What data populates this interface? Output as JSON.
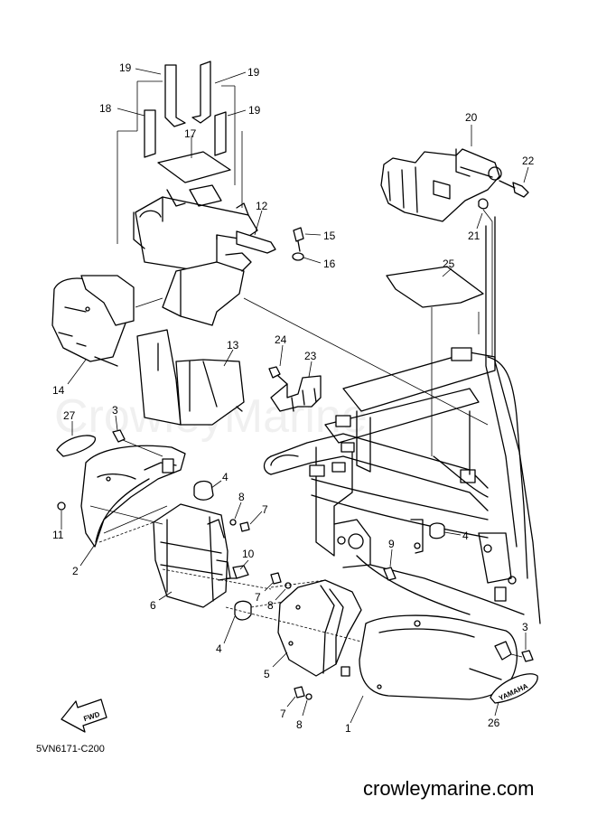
{
  "diagram_code": "5VN6171-C200",
  "website": "crowleymarine.com",
  "background_watermark": "CrowleyMarine",
  "fwd_badge": "FWD",
  "emblem_text": "YAMAHA",
  "callouts": [
    {
      "id": "c19a",
      "text": "19"
    },
    {
      "id": "c19b",
      "text": "19"
    },
    {
      "id": "c18",
      "text": "18"
    },
    {
      "id": "c19c",
      "text": "19"
    },
    {
      "id": "c17",
      "text": "17"
    },
    {
      "id": "c20",
      "text": "20"
    },
    {
      "id": "c22",
      "text": "22"
    },
    {
      "id": "c21",
      "text": "21"
    },
    {
      "id": "c12",
      "text": "12"
    },
    {
      "id": "c15",
      "text": "15"
    },
    {
      "id": "c16",
      "text": "16"
    },
    {
      "id": "c25",
      "text": "25"
    },
    {
      "id": "c13",
      "text": "13"
    },
    {
      "id": "c14",
      "text": "14"
    },
    {
      "id": "c24",
      "text": "24"
    },
    {
      "id": "c23",
      "text": "23"
    },
    {
      "id": "c27",
      "text": "27"
    },
    {
      "id": "c3a",
      "text": "3"
    },
    {
      "id": "c4a",
      "text": "4"
    },
    {
      "id": "c8a",
      "text": "8"
    },
    {
      "id": "c7a",
      "text": "7"
    },
    {
      "id": "c11",
      "text": "11"
    },
    {
      "id": "c2",
      "text": "2"
    },
    {
      "id": "c10",
      "text": "10"
    },
    {
      "id": "c6",
      "text": "6"
    },
    {
      "id": "c9",
      "text": "9"
    },
    {
      "id": "c4b",
      "text": "4"
    },
    {
      "id": "c7b",
      "text": "7"
    },
    {
      "id": "c8b",
      "text": "8"
    },
    {
      "id": "c4c",
      "text": "4"
    },
    {
      "id": "c5",
      "text": "5"
    },
    {
      "id": "c3b",
      "text": "3"
    },
    {
      "id": "c7c",
      "text": "7"
    },
    {
      "id": "c8c",
      "text": "8"
    },
    {
      "id": "c1",
      "text": "1"
    },
    {
      "id": "c26",
      "text": "26"
    }
  ]
}
